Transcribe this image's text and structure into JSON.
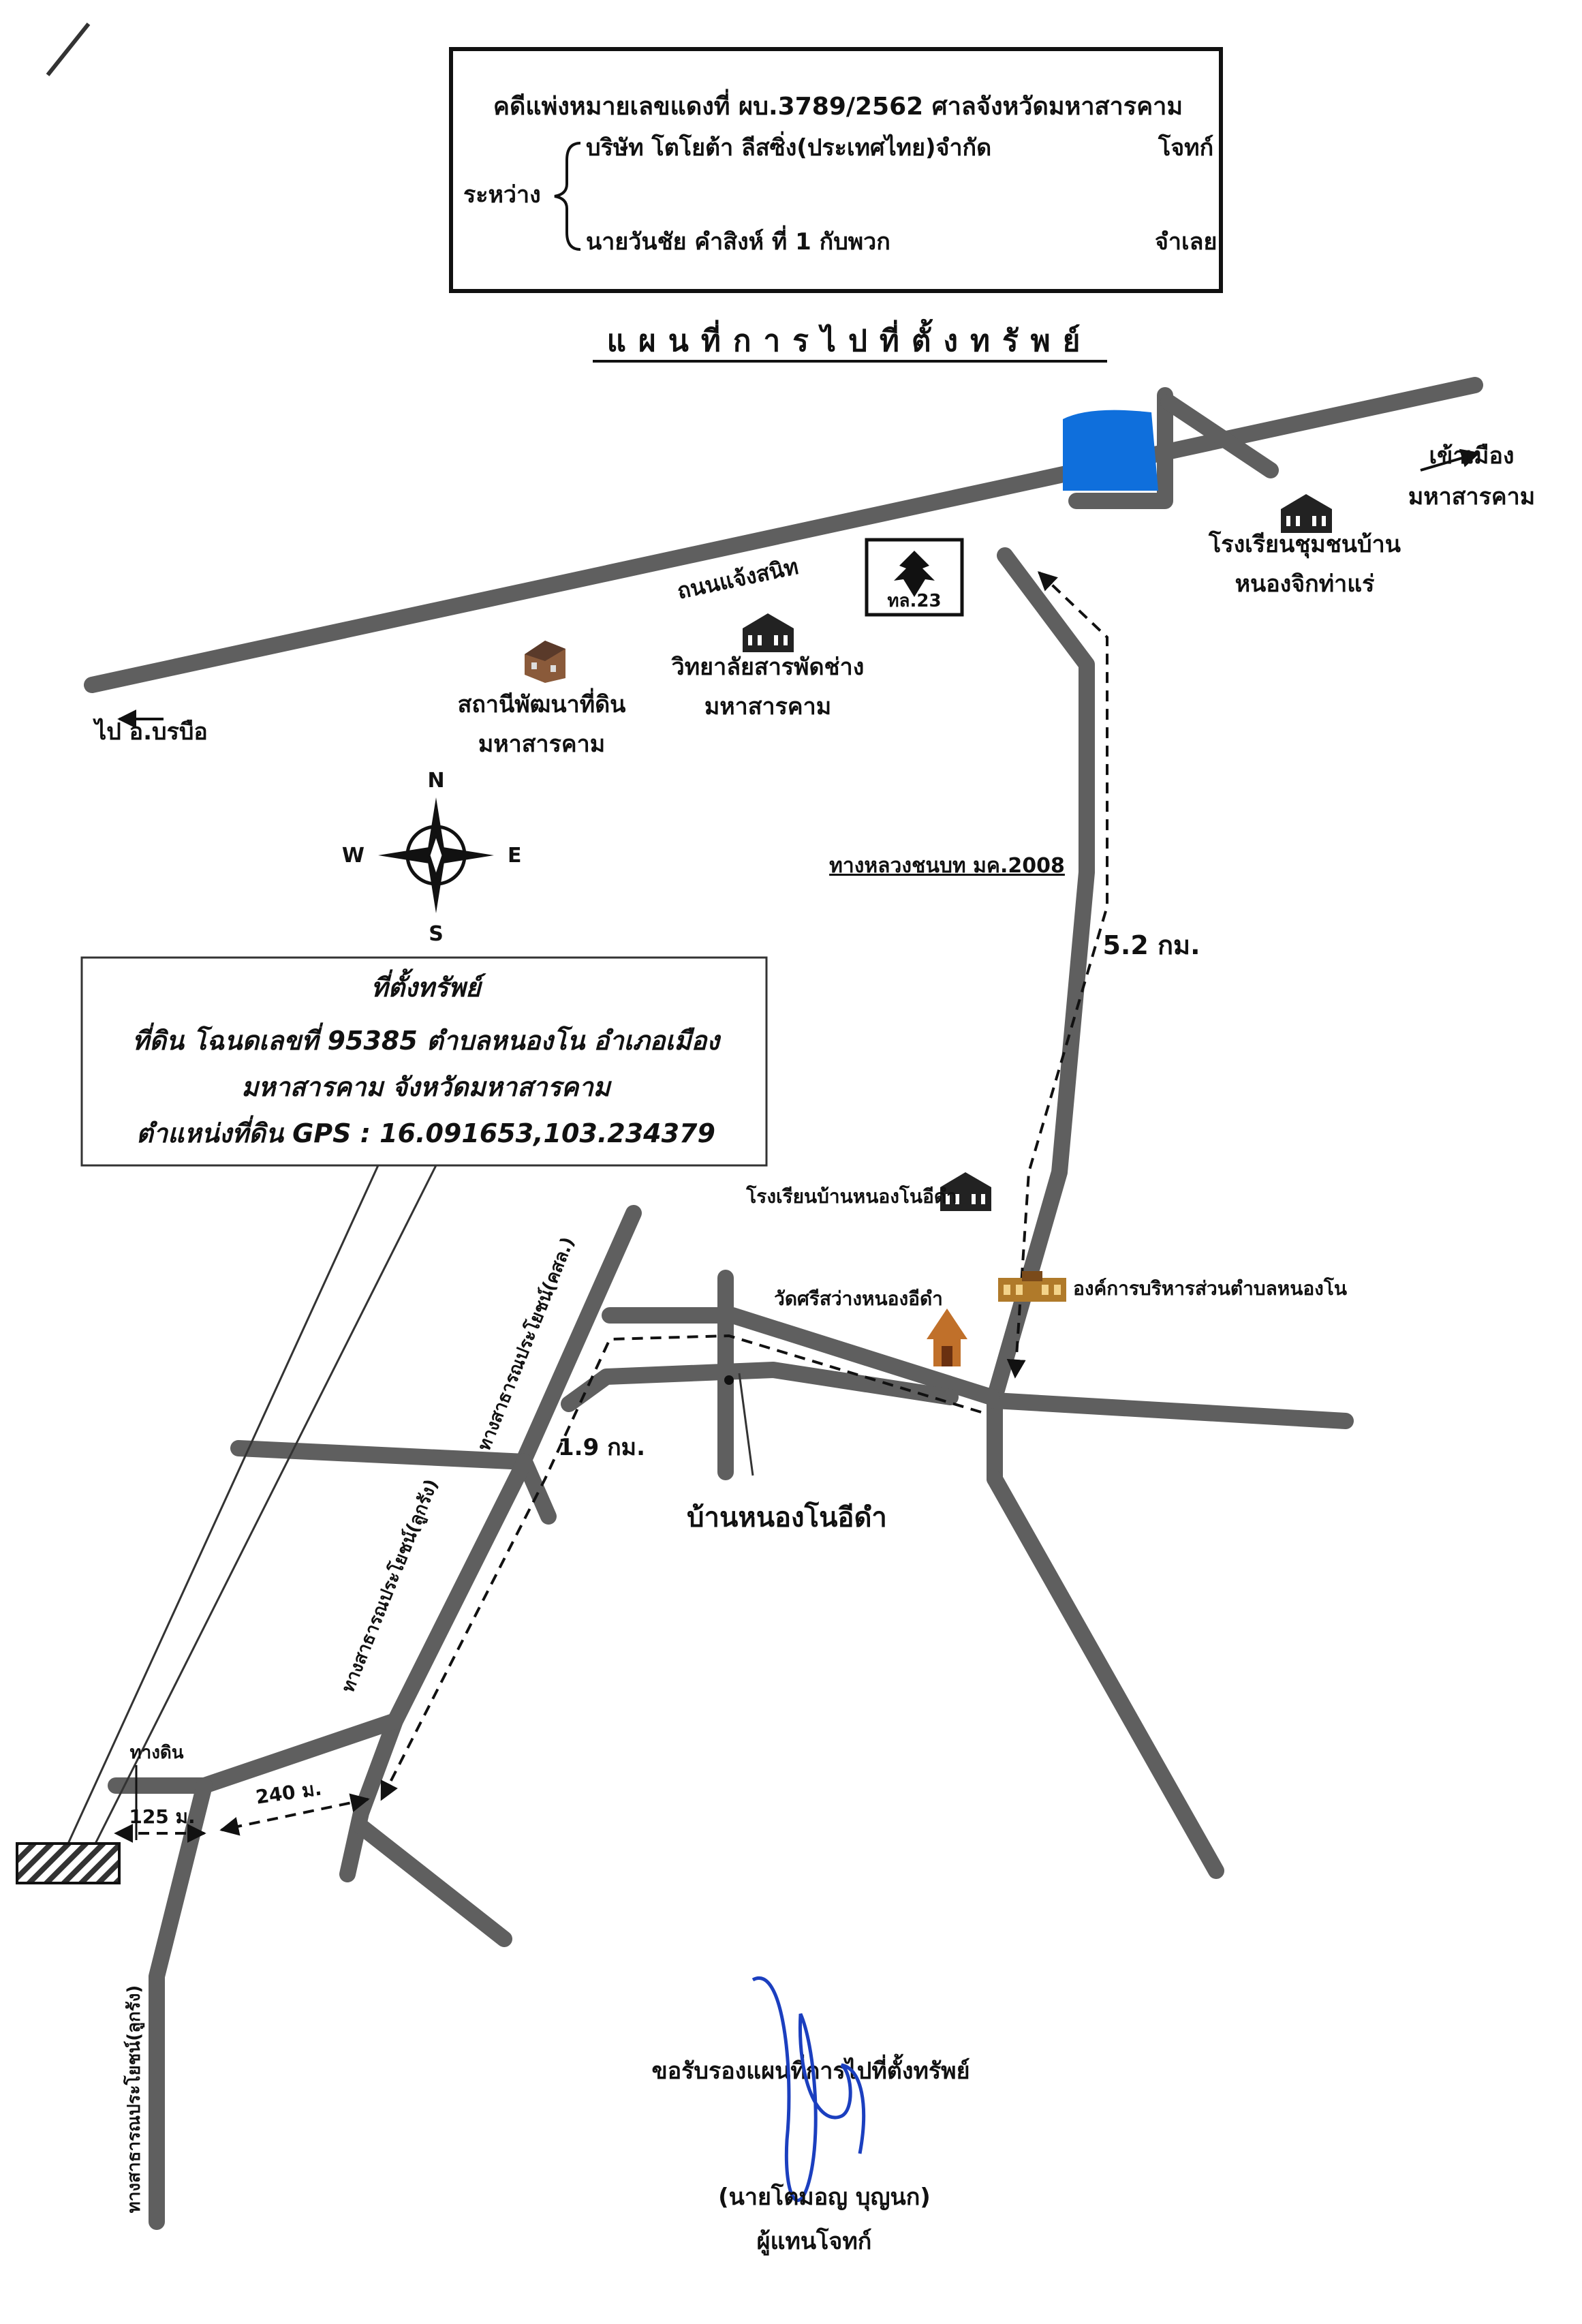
{
  "case": {
    "line1": "คดีแพ่งหมายเลขแดงที่  ผบ.3789/2562   ศาลจังหวัดมหาสารคาม",
    "between": "ระหว่าง",
    "plaintiff": "บริษัท โตโยต้า ลีสซิ่ง(ประเทศไทย)จำกัด",
    "plaintiff_role": "โจทก์",
    "defendant": "นายวันชัย  คำสิงห์  ที่  1  กับพวก",
    "defendant_role": "จำเลย"
  },
  "map_title": "แผนที่การไปที่ตั้งทรัพย์",
  "labels": {
    "to_city": "เข้าเมือง",
    "to_city_2": "มหาสารคาม",
    "school_top_1": "โรงเรียนชุมชนบ้าน",
    "school_top_2": "หนองจิกท่าแร่",
    "road_name": "ถนนแจ้งสนิท",
    "highway": "ทล.23",
    "to_borabue": "ไป อ.บรบือ",
    "land_station_1": "สถานีพัฒนาที่ดิน",
    "land_station_2": "มหาสารคาม",
    "college_1": "วิทยาลัยสารพัดช่าง",
    "college_2": "มหาสารคาม",
    "rural_road": "ทางหลวงชนบท มค.2008",
    "dist_1": "5.2 กม.",
    "school_nong_no": "โรงเรียนบ้านหนองโนอีดำ",
    "tambon_org": "องค์การบริหารส่วนตำบลหนองโน",
    "temple": "วัดศรีสว่างหนองอีดำ",
    "public_road_pwd": "ทางสาธารณประโยชน์(คสล.)",
    "dist_2": "1.9 กม.",
    "village": "บ้านหนองโนอีดำ",
    "public_road_laterite": "ทางสาธารณประโยชน์(ลูกรัง)",
    "dirt_road": "ทางดิน",
    "dist_3": "125 ม.",
    "dist_4": "240 ม.",
    "public_road_laterite_2": "ทางสาธารณประโยชน์(ลูกรัง)"
  },
  "compass": {
    "n": "N",
    "s": "S",
    "e": "E",
    "w": "W"
  },
  "property_box": {
    "title": "ที่ตั้งทรัพย์",
    "line1": "ที่ดิน โฉนดเลขที่ 95385 ตำบลหนองโน อำเภอเมือง",
    "line2": "มหาสารคาม จังหวัดมหาสารคาม",
    "line3": "ตำแหน่งที่ดิน GPS : 16.091653,103.234379"
  },
  "certify": {
    "text": "ขอรับรองแผนที่การไปที่ตั้งทรัพย์",
    "name": "(นายโตมอญ    บุญนก)",
    "role": "ผู้แทนโจทก์"
  },
  "colors": {
    "road": "#5f5f5f",
    "water": "#0f6fdc",
    "ink": "#111111",
    "signature": "#1b3fbf"
  },
  "icons": [
    "school-icon",
    "college-icon",
    "land-station-icon",
    "temple-icon",
    "office-icon",
    "garuda-icon",
    "compass-icon",
    "parcel-hatch-icon",
    "water-pond-icon",
    "signature-icon"
  ]
}
